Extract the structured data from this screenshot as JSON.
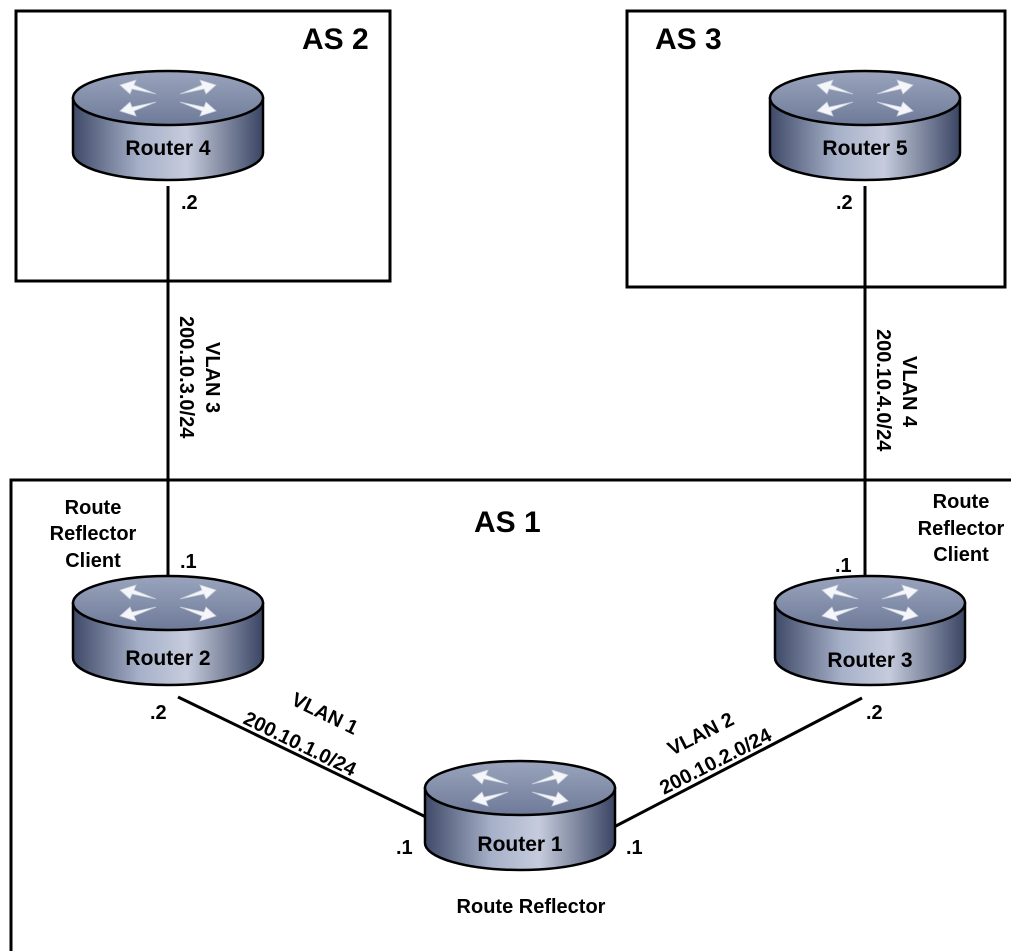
{
  "as_boxes": [
    {
      "id": "as2",
      "label": "AS 2"
    },
    {
      "id": "as3",
      "label": "AS 3"
    },
    {
      "id": "as1",
      "label": "AS 1"
    }
  ],
  "routers": [
    {
      "id": "r4",
      "label": "Router 4"
    },
    {
      "id": "r5",
      "label": "Router 5"
    },
    {
      "id": "r2",
      "label": "Router 2"
    },
    {
      "id": "r3",
      "label": "Router 3"
    },
    {
      "id": "r1",
      "label": "Router 1"
    }
  ],
  "links": [
    {
      "id": "vlan3",
      "name": "VLAN 3",
      "subnet": "200.10.3.0/24"
    },
    {
      "id": "vlan4",
      "name": "VLAN 4",
      "subnet": "200.10.4.0/24"
    },
    {
      "id": "vlan1",
      "name": "VLAN 1",
      "subnet": "200.10.1.0/24"
    },
    {
      "id": "vlan2",
      "name": "VLAN 2",
      "subnet": "200.10.2.0/24"
    }
  ],
  "interfaces": {
    "r4_vlan3": ".2",
    "r5_vlan4": ".2",
    "r2_vlan3": ".1",
    "r3_vlan4": ".1",
    "r2_vlan1": ".2",
    "r1_vlan1": ".1",
    "r1_vlan2": ".1",
    "r3_vlan2": ".2"
  },
  "roles": {
    "r2": [
      "Route",
      "Reflector",
      "Client"
    ],
    "r3": [
      "Route",
      "Reflector",
      "Client"
    ],
    "r1": "Route Reflector"
  }
}
